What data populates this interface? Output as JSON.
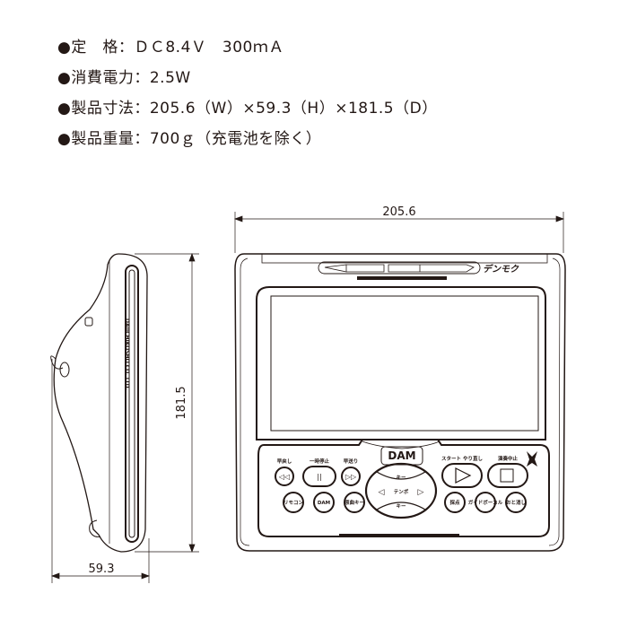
{
  "specs": [
    {
      "label": "定　格",
      "value": "ＤＣ8.4Ｖ　300ｍＡ"
    },
    {
      "label": "消費電力",
      "value": "2.5W"
    },
    {
      "label": "製品寸法",
      "value": "205.6（W）×59.3（H）×181.5（D）"
    },
    {
      "label": "製品重量",
      "value": "700ｇ（充電池を除く）"
    }
  ],
  "bullet": "●",
  "separator": "：",
  "dimensions": {
    "width": "205.6",
    "depth": "181.5",
    "height": "59.3"
  },
  "device": {
    "brand_logo": "デンモク",
    "side_marking": "DAIICHIKOSHO CO.,LTD.",
    "dam_logo": "DAM",
    "buttons": {
      "rewind": "早戻し",
      "pause": "一時停止",
      "fast_forward": "早送り",
      "start_restart": "スタート やり直し",
      "stop": "演奏中止",
      "remote": "リモコン",
      "dam": "DAM",
      "original_key": "原曲キー",
      "key_up": "キー",
      "key_down": "キー",
      "tempo": "テンポ",
      "scoring": "採点",
      "guide_vocal": "ガイドボーカル",
      "mute": "おと消し"
    }
  }
}
